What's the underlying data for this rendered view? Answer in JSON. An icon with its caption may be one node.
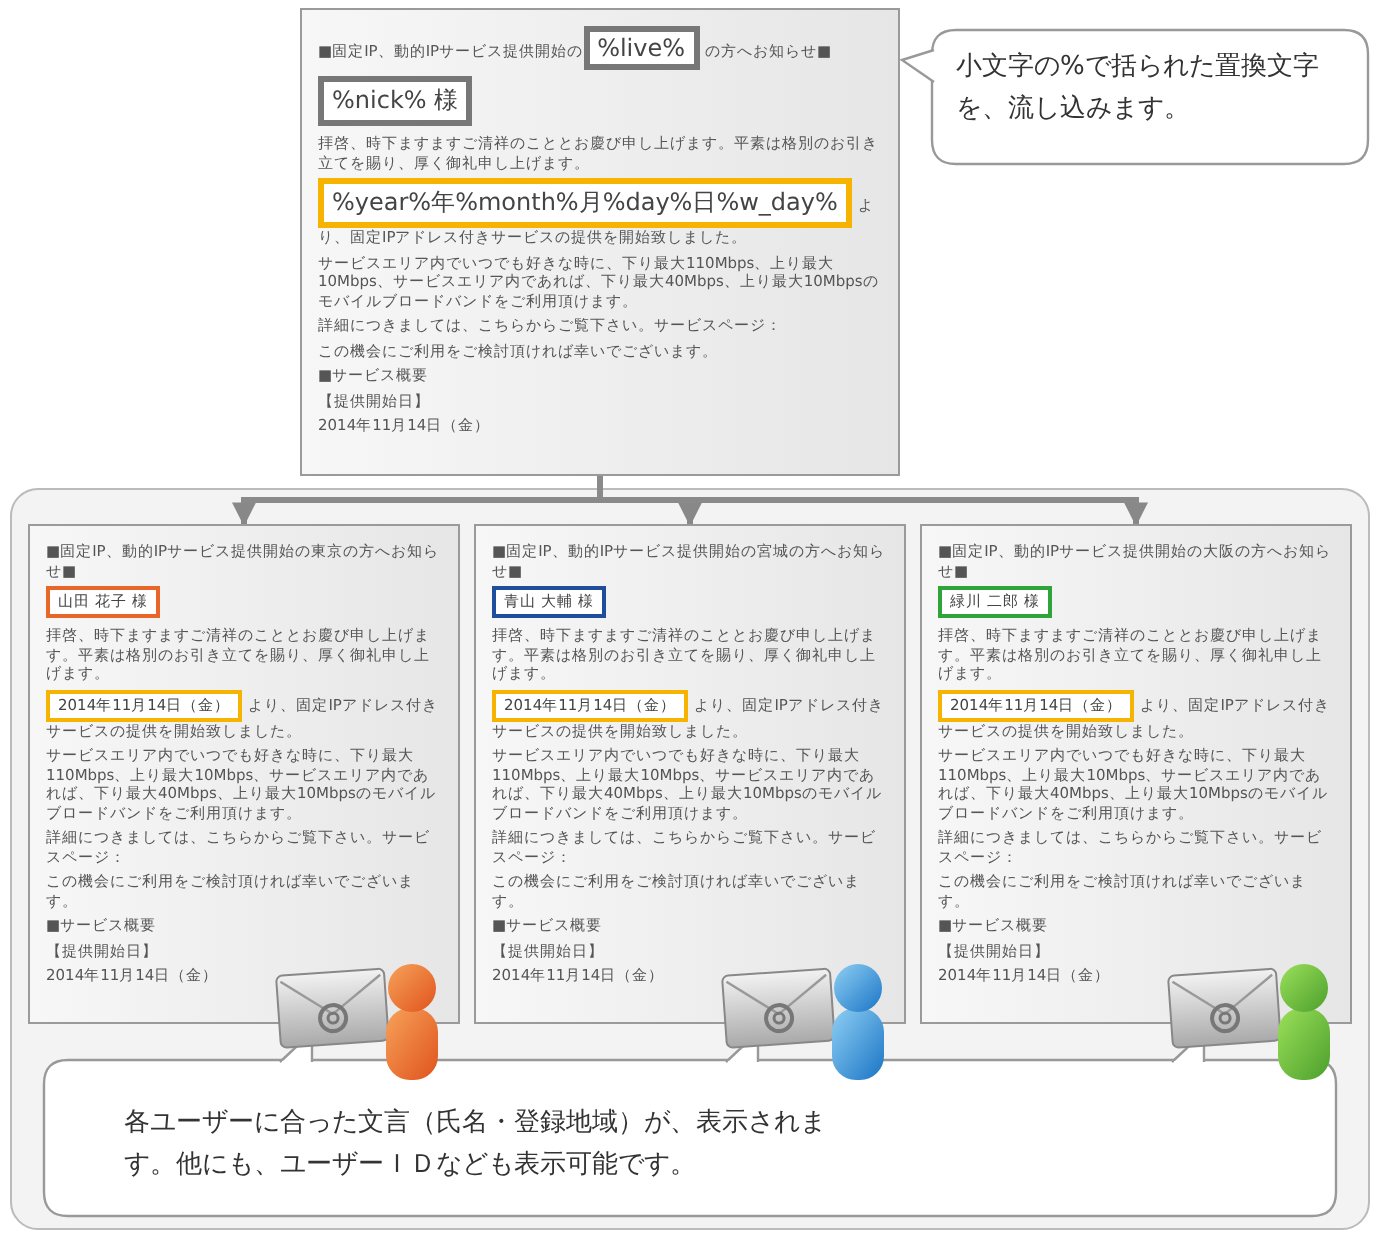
{
  "diagram": {
    "nodes": [
      {
        "text": [
          "■固定IP、動的IPサービス提供開始の",
          "%live%",
          "の方へお知らせ■",
          "%nick% 様",
          "拝啓、時下ますますご清祥のこととお慶び申し上げます。平素は格別のお引き立てを賜り、厚く御礼申し上げます。",
          "%year%年%month%月%day%日%w_day%",
          "より、固定IPアドレス付きサービスの提供を開始致しました。",
          "サービスエリア内でいつでも好きな時に、下り最大110Mbps、上り最大10Mbps、サービスエリア内であれば、下り最大40Mbps、上り最大10Mbpsのモバイルブロードバンドをご利用頂けます。",
          "詳細につきましては、こちらからご覧下さい。サービスページ：",
          "この機会にご利用をご検討頂ければ幸いでございます。",
          "■サービス概要",
          "【提供開始日】",
          "2014年11月14日（金）"
        ]
      },
      {
        "text": [
          "小文字の%で括られた置換文字を、流し込みます。"
        ]
      },
      {
        "text": [
          "■固定IP、動的IPサービス提供開始の東京の方へお知らせ■",
          "山田 花子 様",
          "拝啓、時下ますますご清祥のこととお慶び申し上げます。平素は格別のお引き立てを賜り、厚く御礼申し上げます。",
          "2014年11月14日（金）",
          "より、固定IPアドレス付きサービスの提供を開始致しました。",
          "サービスエリア内でいつでも好きな時に、下り最大110Mbps、上り最大10Mbps、サービスエリア内であれば、下り最大40Mbps、上り最大10Mbpsのモバイルブロードバンドをご利用頂けます。",
          "詳細につきましては、こちらからご覧下さい。サービスページ：",
          "この機会にご利用をご検討頂ければ幸いでございます。",
          "■サービス概要",
          "【提供開始日】",
          "2014年11月14日（金）"
        ]
      },
      {
        "text": [
          "■固定IP、動的IPサービス提供開始の宮城の方へお知らせ■",
          "青山 大輔 様",
          "拝啓、時下ますますご清祥のこととお慶び申し上げます。平素は格別のお引き立てを賜り、厚く御礼申し上げます。",
          "2014年11月14日（金）",
          "より、固定IPアドレス付きサービスの提供を開始致しました。",
          "サービスエリア内でいつでも好きな時に、下り最大110Mbps、上り最大10Mbps、サービスエリア内であれば、下り最大40Mbps、上り最大10Mbpsのモバイルブロードバンドをご利用頂けます。",
          "詳細につきましては、こちらからご覧下さい。サービスページ：",
          "この機会にご利用をご検討頂ければ幸いでございます。",
          "■サービス概要",
          "【提供開始日】",
          "2014年11月14日（金）"
        ]
      },
      {
        "text": [
          "■固定IP、動的IPサービス提供開始の大阪の方へお知らせ■",
          "緑川 二郎 様",
          "拝啓、時下ますますご清祥のこととお慶び申し上げます。平素は格別のお引き立てを賜り、厚く御礼申し上げます。",
          "2014年11月14日（金）",
          "より、固定IPアドレス付きサービスの提供を開始致しました。",
          "サービスエリア内でいつでも好きな時に、下り最大110Mbps、上り最大10Mbps、サービスエリア内であれば、下り最大40Mbps、上り最大10Mbpsのモバイルブロードバンドをご利用頂けます。",
          "詳細につきましては、こちらからご覧下さい。サービスページ：",
          "この機会にご利用をご検討頂ければ幸いでございます。",
          "■サービス概要",
          "【提供開始日】",
          "2014年11月14日（金）"
        ]
      },
      {
        "text": [
          "各ユーザーに合った文言（氏名・登録地域）が、表示されます。他にも、ユーザーＩＤなども表示可能です。"
        ]
      }
    ],
    "edges": [
      {
        "from": 0,
        "to": 2,
        "arrow": "to"
      },
      {
        "from": 0,
        "to": 3,
        "arrow": "to"
      },
      {
        "from": 0,
        "to": 4,
        "arrow": "to"
      }
    ]
  }
}
